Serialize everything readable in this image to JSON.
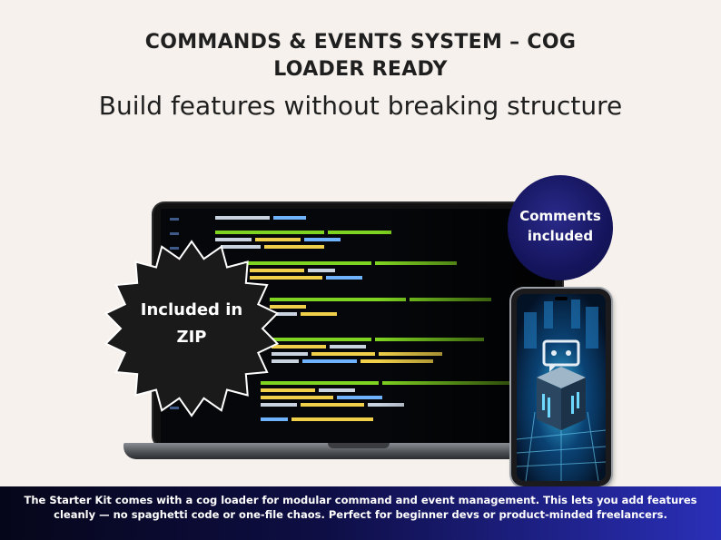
{
  "header": {
    "title_line1": "COMMANDS & EVENTS SYSTEM – COG",
    "title_line2": "LOADER READY",
    "subtitle": "Build features without breaking structure"
  },
  "badges": {
    "starburst_line1": "Included in",
    "starburst_line2": "ZIP",
    "circle_line1": "Comments",
    "circle_line2": "included"
  },
  "footer": {
    "line1": "The Starter Kit comes with a cog loader for modular command and event management. This lets you add features",
    "line2": "cleanly — no spaghetti code or one-file chaos. Perfect for beginner devs or product-minded freelancers."
  },
  "colors": {
    "background": "#f6f1ec",
    "text_dark": "#1f1f1f",
    "badge_dark": "#1a1a1a",
    "circle_navy": "#15155e",
    "bar_start": "#06061a",
    "bar_end": "#2a2fb8",
    "code_green": "#7fd321",
    "code_yellow": "#f0d04a",
    "code_blue": "#6fb3ff"
  },
  "icons": {
    "phone_graphic": "robot-chat-chip-icon",
    "laptop_graphic": "code-editor-icon"
  }
}
